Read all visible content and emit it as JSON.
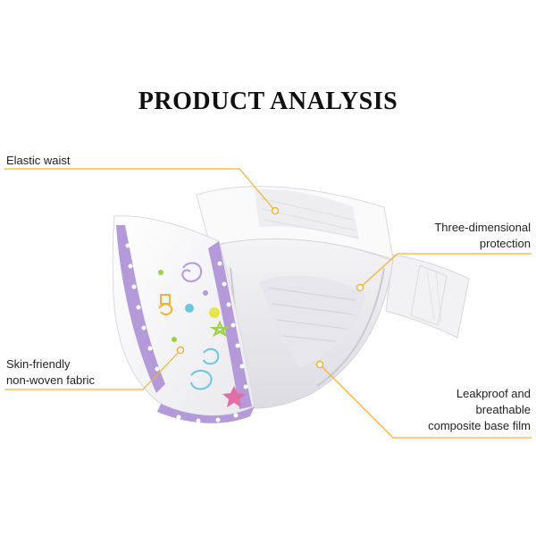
{
  "title": "PRODUCT ANALYSIS",
  "colors": {
    "accent_line": "#F2B233",
    "title_text": "#111111",
    "body_text": "#222222",
    "diaper_purple": "#B49AD8",
    "diaper_white": "#FBFBFB"
  },
  "callouts": {
    "elastic_waist": {
      "line1": "Elastic waist"
    },
    "skin_friendly": {
      "line1": "Skin-friendly",
      "line2": "non-woven fabric"
    },
    "three_dimensional": {
      "line1": "Three-dimensional",
      "line2": "protection"
    },
    "leakproof": {
      "line1": "Leakproof and",
      "line2": "breathable",
      "line3": "composite base film"
    }
  },
  "illustration": {
    "subject": "diaper-illustration"
  }
}
